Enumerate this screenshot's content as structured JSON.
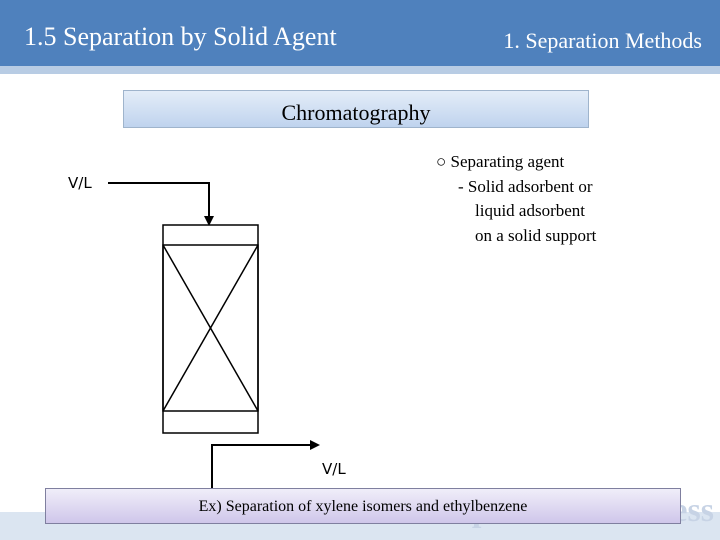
{
  "header": {
    "title": "1.5 Separation by Solid Agent",
    "section": "1. Separation Methods"
  },
  "topic": {
    "label": "Chromatography"
  },
  "separating_agent": {
    "lines": [
      "○  Separating agent",
      "- Solid adsorbent or",
      "liquid adsorbent",
      "on a solid support"
    ]
  },
  "streams": {
    "feed_label": "V/L",
    "product_label": "V/L"
  },
  "example": {
    "label": "Ex) Separation of xylene isomers and ethylbenzene"
  },
  "footer": {
    "watermark": "Separation Process"
  },
  "colors": {
    "header": "#4f81bd",
    "header_stripe": "#b8cce4",
    "topic_box": "#bfd3ee",
    "example_box": "#cfc6ea"
  }
}
